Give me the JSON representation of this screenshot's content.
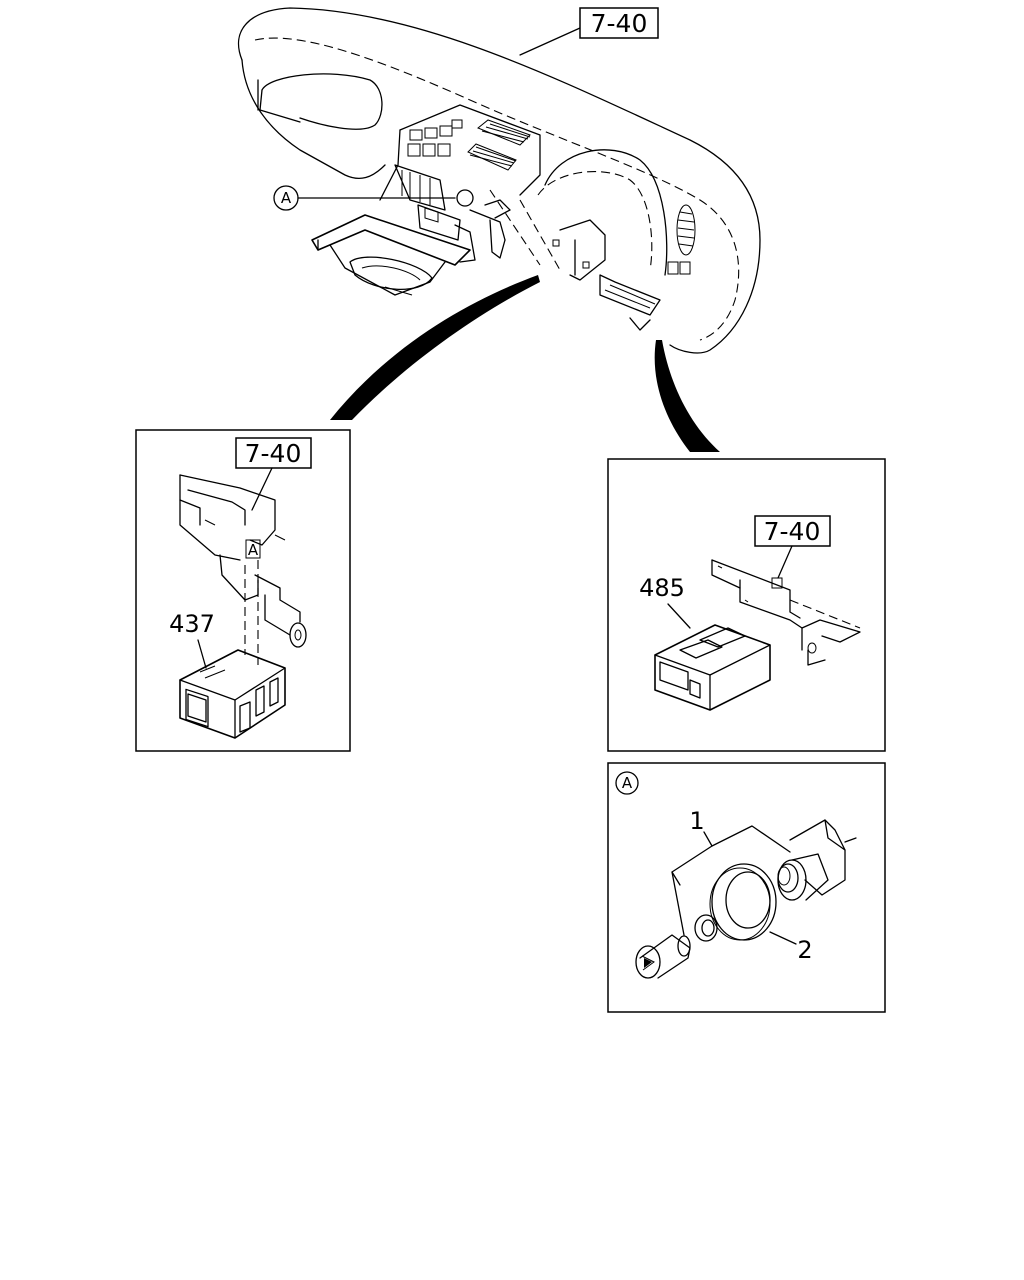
{
  "references": {
    "main": "7-40",
    "left_panel": "7-40",
    "right_panel": "7-40"
  },
  "callouts": {
    "detail_a_main": "A",
    "detail_a_panel": "A"
  },
  "part_numbers": {
    "left_switch": "437",
    "right_module": "485",
    "lighter_assembly": "1",
    "lighter_ring": "2"
  }
}
